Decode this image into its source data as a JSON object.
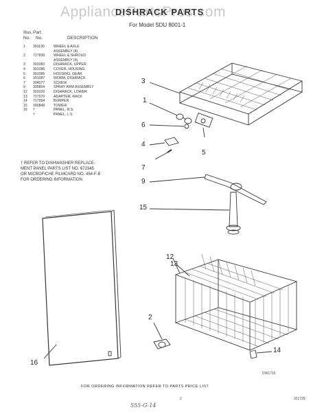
{
  "watermark": "AppliancePartsPros.com",
  "title": "DISHRACK PARTS",
  "subtitle": "For Model SDU 8001-1",
  "table_header": {
    "illus": "Illus.",
    "no": "No.",
    "part": "Part",
    "part_no": "No.",
    "description": "DESCRIPTION"
  },
  "parts": [
    {
      "illus": "1",
      "part_no": "301130",
      "desc": "WHEEL & AXLE"
    },
    {
      "illus": "",
      "part_no": "",
      "desc": "ASSEMBLY (4)"
    },
    {
      "illus": "2",
      "part_no": "717839",
      "desc": "WHEEL & SHROUD"
    },
    {
      "illus": "",
      "part_no": "",
      "desc": "ASSEMBLY (4)"
    },
    {
      "illus": "3",
      "part_no": "301083",
      "desc": "DISHRACK, UPPER"
    },
    {
      "illus": "4",
      "part_no": "301086",
      "desc": "COVER, HOUSING"
    },
    {
      "illus": "5",
      "part_no": "301085",
      "desc": "HOUSING, GEAR"
    },
    {
      "illus": "6",
      "part_no": "301087",
      "desc": "WORM, DISHRACK"
    },
    {
      "illus": "7",
      "part_no": "304077",
      "desc": "SCREW"
    },
    {
      "illus": "9",
      "part_no": "300854",
      "desc": "SPRAY ARM ASSEMBLY"
    },
    {
      "illus": "12",
      "part_no": "301032",
      "desc": "DISHRACK, LOWER"
    },
    {
      "illus": "13",
      "part_no": "717970",
      "desc": "ADAPTER, RACK"
    },
    {
      "illus": "14",
      "part_no": "717994",
      "desc": "BUMPER"
    },
    {
      "illus": "15",
      "part_no": "300848",
      "desc": "TOWER"
    },
    {
      "illus": "16",
      "part_no": "†",
      "desc": "PANEL, R.S."
    },
    {
      "illus": "",
      "part_no": "",
      "desc": ""
    },
    {
      "illus": "",
      "part_no": "†",
      "desc": "PANEL, L.S."
    }
  ],
  "note": {
    "line1": "† REFER TO DISHWASHER REPLACE-",
    "line2": "MENT PANEL PARTS LIST NO. 672345",
    "line3": "OR MICROFICHE FILMCARD NO. 454-F-8",
    "line4": "FOR ORDERING INFORMATION."
  },
  "callouts": {
    "c3": "3",
    "c1": "1",
    "c6": "6",
    "c4": "4",
    "c5": "5",
    "c7": "7",
    "c9": "9",
    "c15": "15",
    "c12": "12",
    "c13": "13",
    "c2": "2",
    "c14": "14",
    "c16": "16"
  },
  "diagram_code": "DW1715",
  "footer": "FOR ORDERING INFORMATION REFER TO PARTS PRICE LIST",
  "page_mark": "2",
  "doc_code": "321729",
  "handwriting": "555-G-14"
}
